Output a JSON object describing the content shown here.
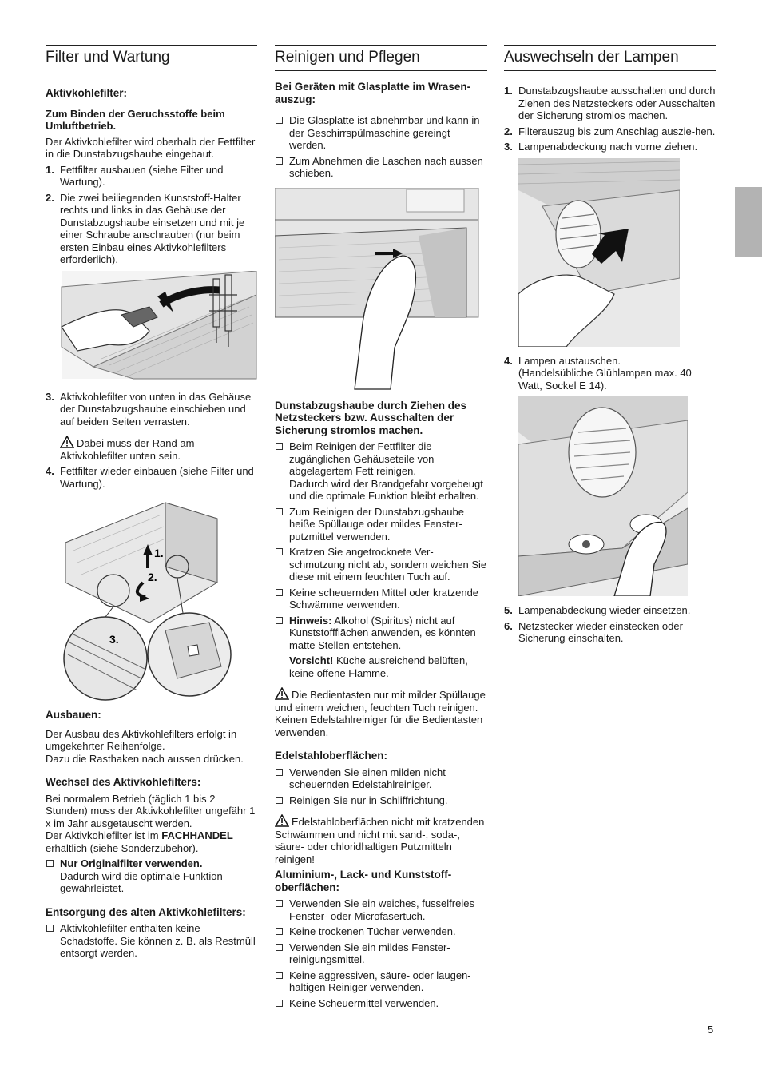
{
  "col1": {
    "title": "Filter und Wartung",
    "aktiv_heading": "Aktivkohlefilter:",
    "zum_binden": "Zum Binden der Geruchsstoffe beim Umluftbetrieb.",
    "intro": "Der Aktivkohlefilter wird oberhalb der Fettfilter in die Dunstabzugshaube eingebaut.",
    "steps": [
      {
        "num": "1.",
        "text": "Fettfilter ausbauen (siehe Filter und Wartung)."
      },
      {
        "num": "2.",
        "text": "Die zwei beiliegenden Kunststoff-Halter rechts und links in das Gehäuse der Dunstabzugshaube einsetzen und mit je einer Schraube anschrauben (nur beim ersten Einbau eines Aktivkohlefilters erforderlich)."
      },
      {
        "num": "3.",
        "text": "Aktivkohlefilter von unten in das Gehäuse der Dunstabzugshaube einschieben und auf beiden Seiten verrasten."
      },
      {
        "num": "4.",
        "text": "Fettfilter wieder einbauen (siehe Filter und Wartung)."
      }
    ],
    "step3_warning": "Dabei muss der Rand am Aktivkohlefilter unten sein.",
    "fig2_labels": [
      "1.",
      "2.",
      "3."
    ],
    "ausbauen_heading": "Ausbauen:",
    "ausbauen_text1": "Der Ausbau des Aktivkohlefilters erfolgt in umgekehrter Reihenfolge.",
    "ausbauen_text2": "Dazu die Rasthaken nach aussen drücken.",
    "wechsel_heading": "Wechsel des Aktivkohlefilters:",
    "wechsel_text1": "Bei normalem Betrieb (täglich 1 bis 2 Stunden) muss der Aktivkohlefilter ungefähr 1 x im Jahr ausgetauscht werden.",
    "wechsel_text2a": "Der Aktivkohlefilter ist im",
    "wechsel_fachhandel": "FACHHANDEL",
    "wechsel_text2b": "erhältlich (siehe Sonderzubehör).",
    "original_bold": "Nur Originalfilter verwenden.",
    "original_text": "Dadurch wird die optimale Funktion gewährleistet.",
    "entsorgung_heading": "Entsorgung des alten Aktivkohlefilters:",
    "entsorgung_item": "Aktivkohlefilter enthalten keine Schadstoffe. Sie können z. B. als Restmüll entsorgt werden."
  },
  "col2": {
    "title": "Reinigen und Pflegen",
    "glasplatte_heading": "Bei Geräten mit Glasplatte im Wrasen-auszug:",
    "glas_items": [
      "Die Glasplatte ist abnehmbar und kann in der Geschirrspülmaschine gereingt werden.",
      "Zum Abnehmen die Laschen nach aussen schieben."
    ],
    "strom_heading": "Dunstabzugshaube durch Ziehen des Netzsteckers bzw. Ausschalten der Sicherung stromlos machen.",
    "clean_item1a": "Beim Reinigen der Fettfilter die zugänglichen Gehäuseteile von abgelagertem Fett reinigen.",
    "clean_item1b": "Dadurch wird der Brandgefahr vorgebeugt und die optimale Funktion bleibt erhalten.",
    "clean_items": [
      "Zum Reinigen der Dunstabzugshaube heiße Spüllauge oder mildes Fenster-putzmittel verwenden.",
      "Kratzen Sie angetrocknete Ver-schmutzung nicht ab, sondern weichen Sie diese mit einem feuchten Tuch auf.",
      "Keine scheuernden Mittel oder kratzende Schwämme verwenden."
    ],
    "hinweis_label": "Hinweis:",
    "hinweis_text": "Alkohol (Spiritus) nicht auf Kunststoffflächen anwenden, es könnten matte Stellen entstehen.",
    "vorsicht_label": "Vorsicht!",
    "vorsicht_text": "Küche ausreichend belüften, keine offene Flamme.",
    "bedien_warn1": "Die Bedientasten nur mit milder Spüllauge und einem weichen, feuchten Tuch reinigen.",
    "bedien_warn2": "Keinen Edelstahlreiniger für die Bedientasten verwenden.",
    "edelstahl_heading": "Edelstahloberflächen:",
    "edelstahl_items": [
      "Verwenden Sie einen milden nicht scheuernden Edelstahlreiniger.",
      "Reinigen Sie nur in Schliffrichtung."
    ],
    "edelstahl_warn": "Edelstahloberflächen nicht mit kratzenden Schwämmen und nicht mit sand-, soda-, säure- oder chloridhaltigen Putzmitteln reinigen!",
    "alu_heading": "Aluminium-, Lack- und Kunststoff-oberflächen:",
    "alu_items": [
      "Verwenden Sie ein weiches, fusselfreies Fenster- oder Microfasertuch.",
      "Keine trockenen Tücher verwenden.",
      "Verwenden Sie ein mildes Fenster-reinigungsmittel.",
      "Keine aggressiven, säure- oder laugen-haltigen Reiniger verwenden.",
      "Keine Scheuermittel verwenden."
    ]
  },
  "col3": {
    "title": "Auswechseln der Lampen",
    "steps_a": [
      {
        "num": "1.",
        "text": "Dunstabzugshaube ausschalten und durch Ziehen des Netzsteckers oder Ausschalten der Sicherung stromlos machen."
      },
      {
        "num": "2.",
        "text": "Filterauszug bis zum Anschlag auszie-hen."
      },
      {
        "num": "3.",
        "text": "Lampenabdeckung nach vorne ziehen."
      }
    ],
    "step4_num": "4.",
    "step4_line1": "Lampen austauschen.",
    "step4_line2": "(Handelsübliche Glühlampen max. 40 Watt, Sockel E 14).",
    "steps_b": [
      {
        "num": "5.",
        "text": "Lampenabdeckung wieder einsetzen."
      },
      {
        "num": "6.",
        "text": "Netzstecker wieder einstecken oder Sicherung einschalten."
      }
    ]
  },
  "page_number": "5",
  "colors": {
    "text": "#1a1a1a",
    "side_tab": "#b3b3b3"
  }
}
